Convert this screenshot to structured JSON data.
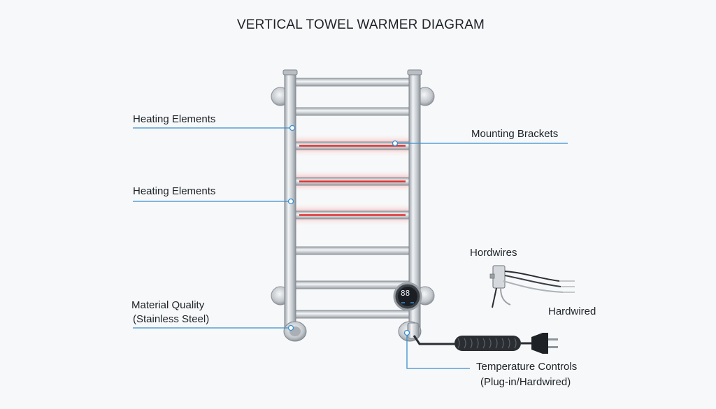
{
  "title": "VERTICAL TOWEL WARMER DIAGRAM",
  "labels": {
    "heating_elements_1": "Heating Elements",
    "heating_elements_2": "Heating Elements",
    "mounting_brackets": "Mounting Brackets",
    "material_quality_line1": "Material Quality",
    "material_quality_line2": "(Stainless Steel)",
    "hordwires": "Hordwires",
    "hardwired": "Hardwired",
    "temperature_controls_line1": "Temperature Controls",
    "temperature_controls_line2": "(Plug-in/Hardwired)"
  },
  "control_display": "88",
  "colors": {
    "leader_line": "#3a8fd0",
    "heating_glow": "#e53a3a",
    "steel": "#c9ced3",
    "background": "#f7f8f9"
  }
}
